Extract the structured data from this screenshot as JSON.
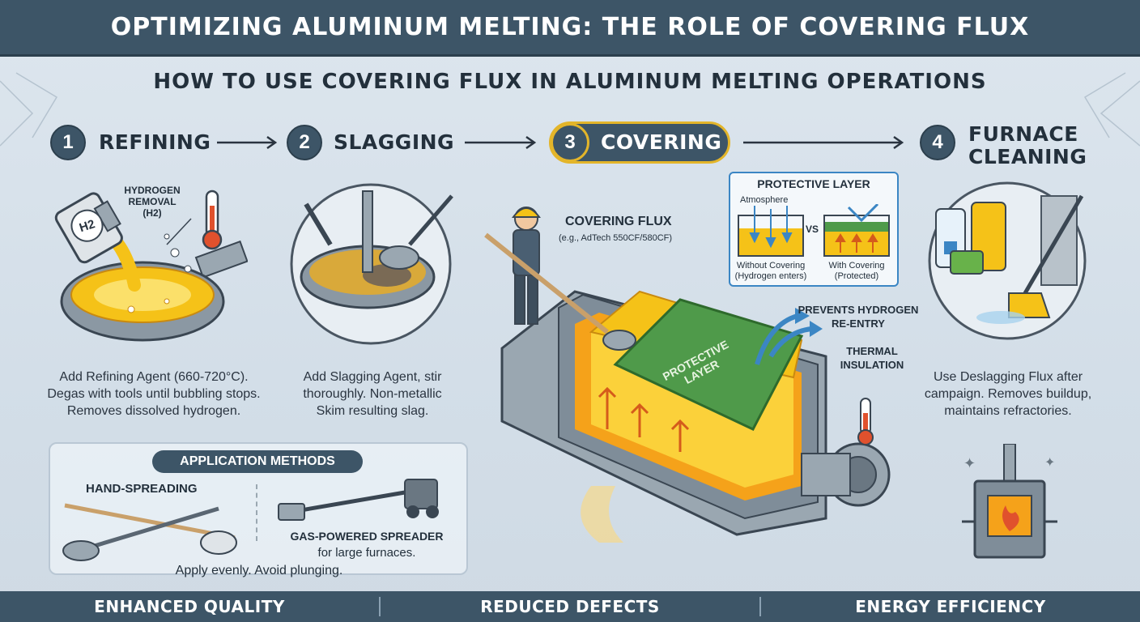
{
  "title": "OPTIMIZING ALUMINUM MELTING: THE ROLE OF COVERING FLUX",
  "subtitle": "HOW TO USE COVERING FLUX IN ALUMINUM MELTING OPERATIONS",
  "steps": [
    {
      "num": "1",
      "label": "REFINING",
      "desc": [
        "Add Refining Agent (660-720°C).",
        "Degas with tools until bubbling stops.",
        "Removes dissolved hydrogen."
      ]
    },
    {
      "num": "2",
      "label": "SLAGGING",
      "desc": [
        "Add Slagging Agent, stir",
        "thoroughly. Non-metallic",
        "Skim resulting slag."
      ]
    },
    {
      "num": "3",
      "label": "COVERING"
    },
    {
      "num": "4",
      "label": [
        "FURNACE",
        "CLEANING"
      ],
      "desc": [
        "Use Deslagging Flux after",
        "campaign. Removes buildup,",
        "maintains refractories."
      ]
    }
  ],
  "refining_callout": [
    "HYDROGEN",
    "REMOVAL",
    "(H2)"
  ],
  "bottle_label": "H2",
  "covering": {
    "flux_label": "COVERING FLUX",
    "flux_example": "(e.g., AdTech 550CF/580CF)",
    "inset_title": "PROTECTIVE LAYER",
    "inset_atmosphere": "Atmosphere",
    "inset_vs": "VS",
    "inset_left": [
      "Without Covering",
      "(Hydrogen enters)"
    ],
    "inset_right": [
      "With Covering",
      "(Protected)"
    ],
    "layer_label": [
      "PROTECTIVE",
      "LAYER"
    ],
    "prevents": [
      "PREVENTS HYDROGEN",
      "RE-ENTRY"
    ],
    "thermal": [
      "THERMAL",
      "INSULATION"
    ]
  },
  "application": {
    "title": "APPLICATION METHODS",
    "hand": "HAND-SPREADING",
    "gas": "GAS-POWERED SPREADER",
    "gas_note": "for large furnaces.",
    "note": "Apply evenly. Avoid plunging."
  },
  "bottom": [
    "ENHANCED QUALITY",
    "REDUCED DEFECTS",
    "ENERGY EFFICIENCY"
  ],
  "colors": {
    "header": "#3d5567",
    "accent": "#e3b52a",
    "flux_green": "#4f9a4a",
    "molten": "#f5c218"
  }
}
